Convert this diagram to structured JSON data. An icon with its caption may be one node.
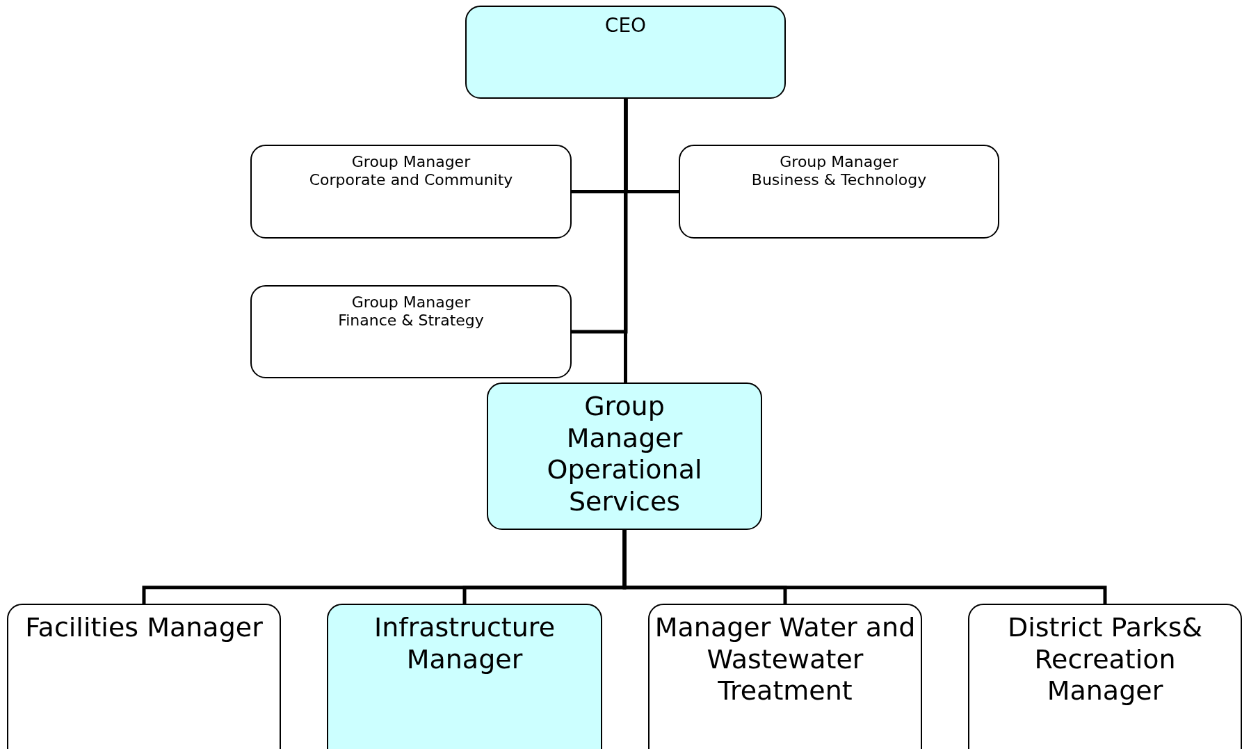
{
  "diagram": {
    "nodes": [
      {
        "text": [
          "CEO"
        ]
      },
      {
        "text": [
          "Group Manager",
          "Corporate and Community"
        ]
      },
      {
        "text": [
          "Group Manager",
          "Business & Technology"
        ]
      },
      {
        "text": [
          "Group Manager",
          "Finance & Strategy"
        ]
      },
      {
        "text": [
          "Group Manager Operational Services"
        ]
      },
      {
        "text": [
          "Facilities Manager"
        ]
      },
      {
        "text": [
          "Infrastructure Manager"
        ]
      },
      {
        "text": [
          "Manager Water and Wastewater Treatment"
        ]
      },
      {
        "text": [
          "District Parks& Recreation Manager"
        ]
      }
    ],
    "edges": [
      {
        "from": 0,
        "to": 1,
        "arrow": "none"
      },
      {
        "from": 0,
        "to": 2,
        "arrow": "none"
      },
      {
        "from": 0,
        "to": 3,
        "arrow": "none"
      },
      {
        "from": 0,
        "to": 4,
        "arrow": "none"
      },
      {
        "from": 4,
        "to": 5,
        "arrow": "none"
      },
      {
        "from": 4,
        "to": 6,
        "arrow": "none"
      },
      {
        "from": 4,
        "to": 7,
        "arrow": "none"
      },
      {
        "from": 4,
        "to": 8,
        "arrow": "none"
      }
    ]
  }
}
